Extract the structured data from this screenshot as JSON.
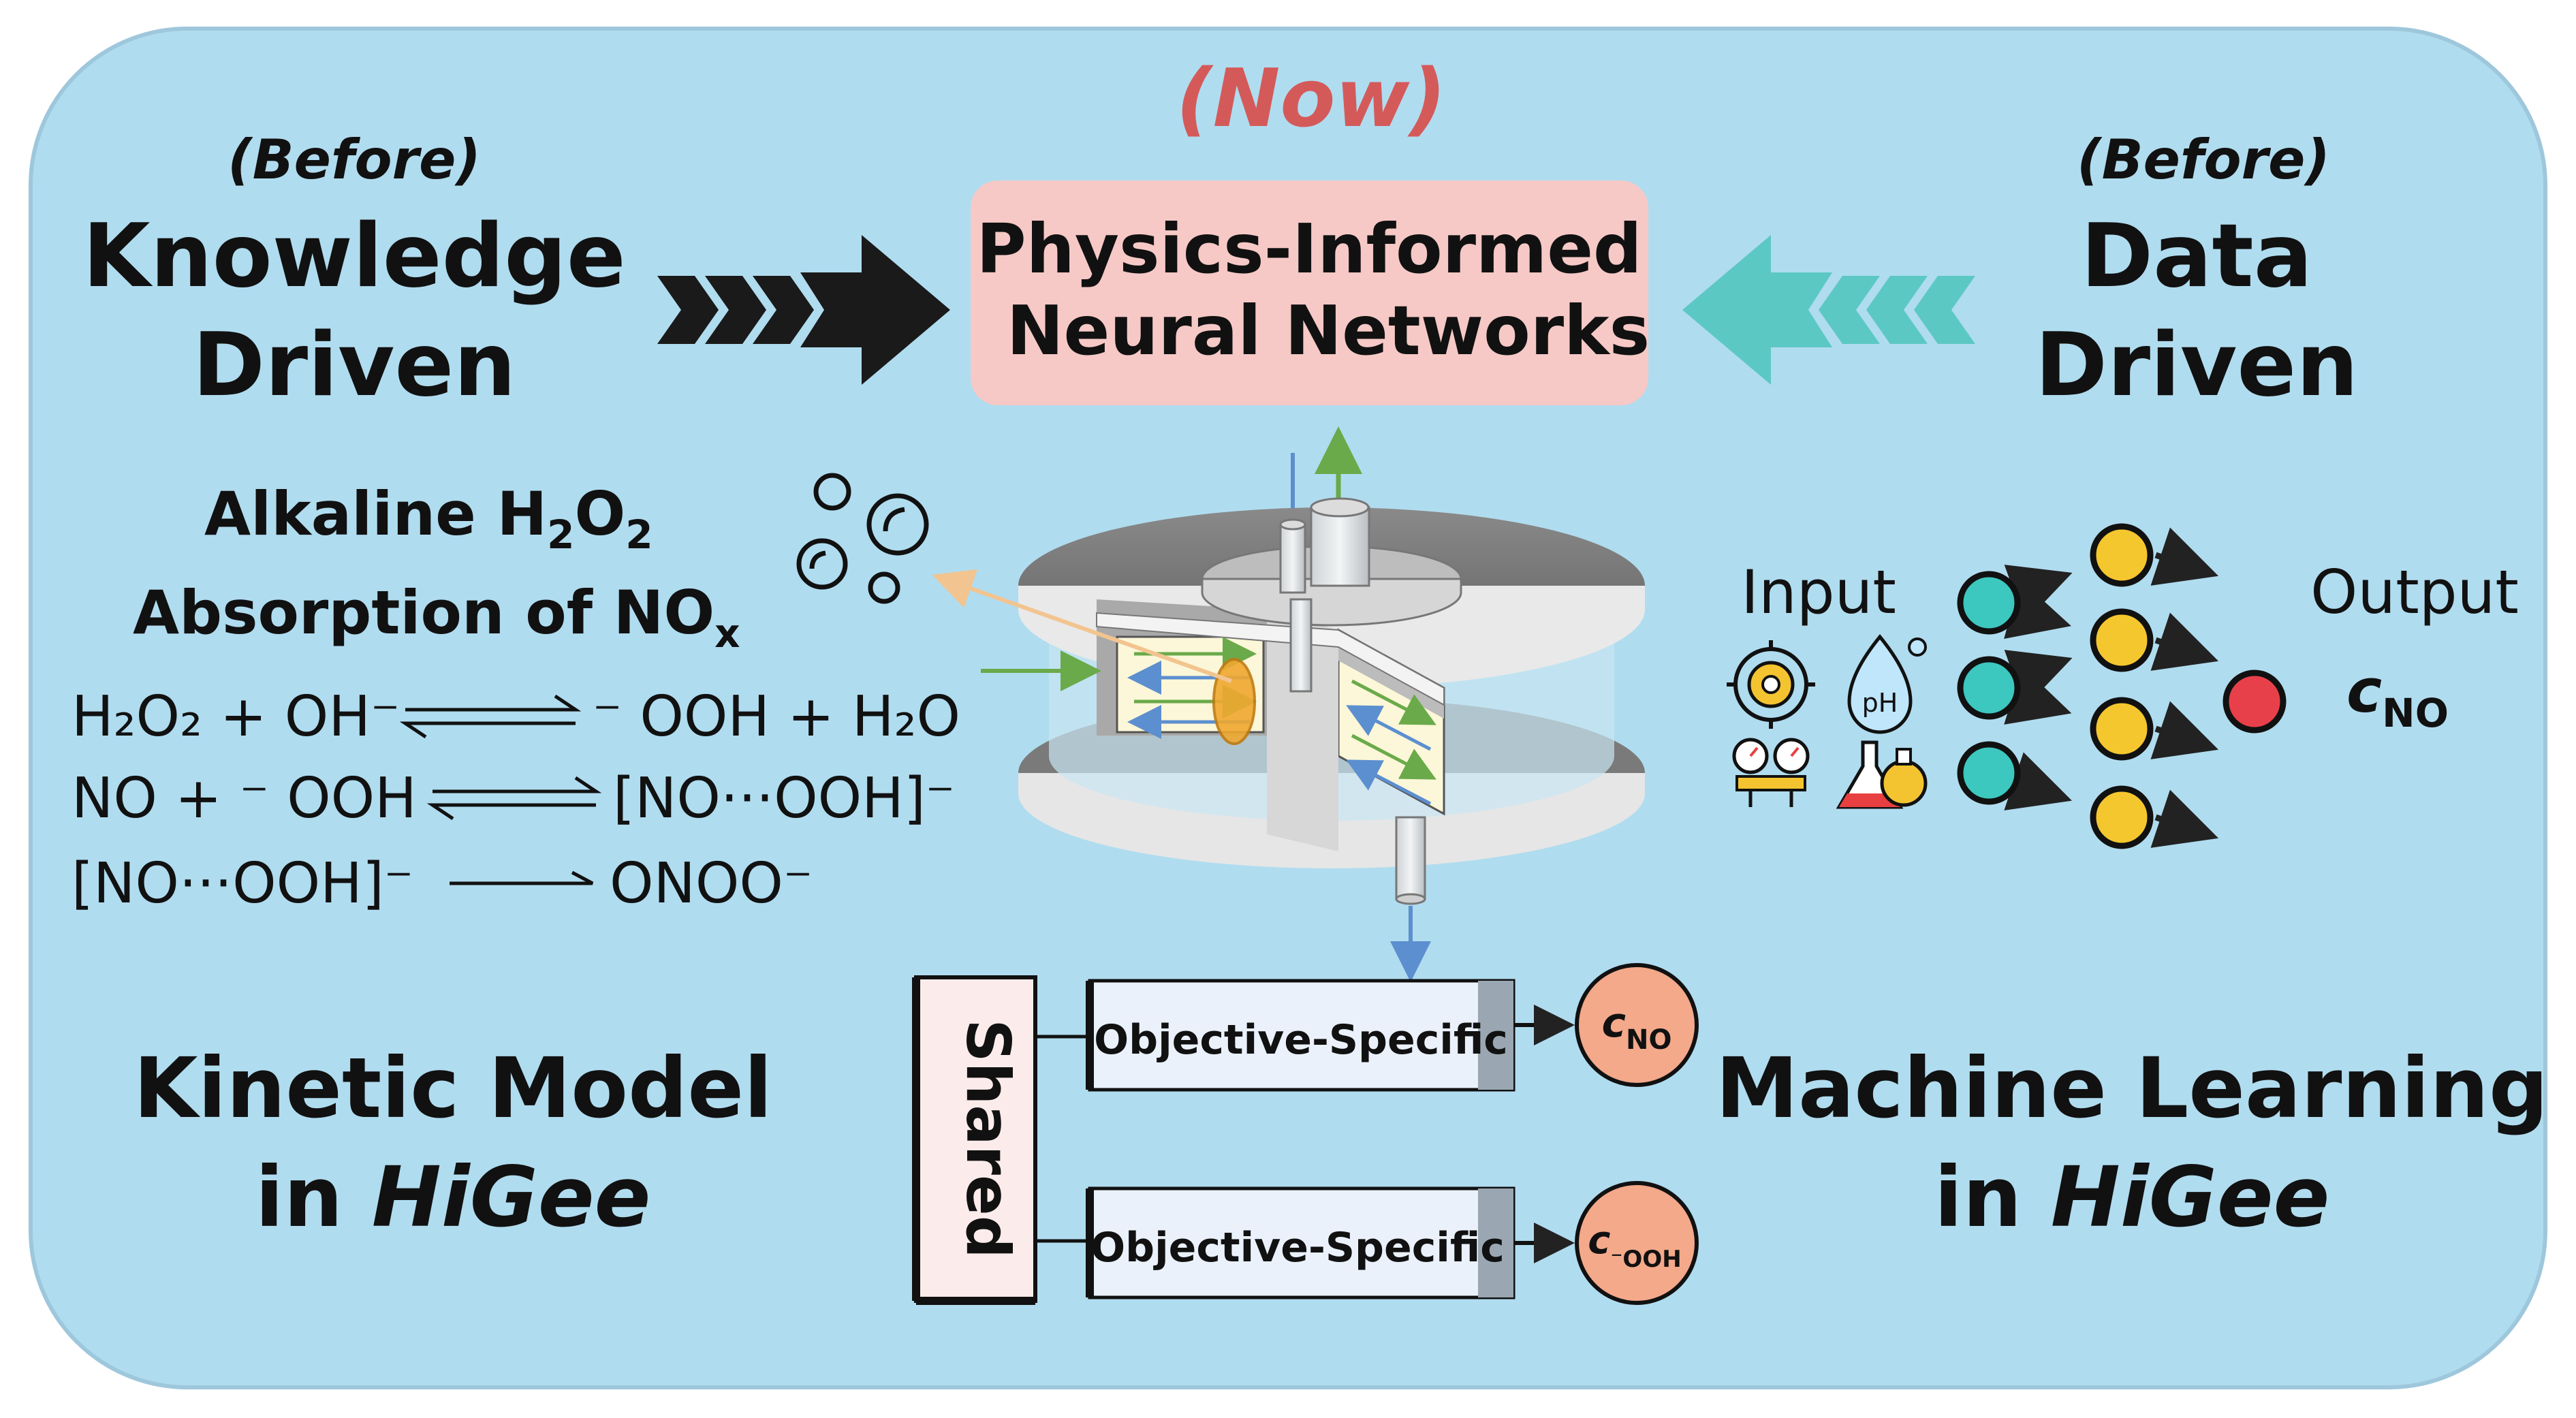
{
  "colors": {
    "panel_bg": "#b0dcef",
    "panel_border": "#9ec7dc",
    "now_red": "#d45a5a",
    "pinn_box": "#f6c9c6",
    "teal_arrow": "#5cc8c4",
    "node_teal": "#3cc7bf",
    "node_yellow": "#f5c72e",
    "node_red": "#e8404a",
    "output_circle": "#f3a98a",
    "objective_box": "#eaf1fb",
    "shared_box": "#fbeceb"
  },
  "header": {
    "now_label": "(Now)",
    "left_before": "(Before)",
    "right_before": "(Before)",
    "pinn_line1": "Physics-Informed",
    "pinn_line2": "Neural Networks"
  },
  "left": {
    "title_line1": "Knowledge",
    "title_line2": "Driven",
    "absorption_line1_pre": "Alkaline H",
    "absorption_line1_sub1": "2",
    "absorption_line1_mid": "O",
    "absorption_line1_sub2": "2",
    "absorption_line2_pre": "Absorption of NO",
    "absorption_line2_sub": "x",
    "reactions": [
      {
        "left": "H₂O₂ + OH⁻",
        "right": "⁻ OOH  + H₂O",
        "type": "equilibrium"
      },
      {
        "left": "NO + ⁻ OOH",
        "right": "[NO···OOH]⁻",
        "type": "equilibrium"
      },
      {
        "left": "[NO···OOH]⁻",
        "right": "ONOO⁻",
        "type": "forward"
      }
    ],
    "model_line1": "Kinetic Model",
    "model_line2_pre": "in ",
    "model_line2_italic": "HiGee"
  },
  "right": {
    "title_line1": "Data",
    "title_line2": "Driven",
    "input_label": "Input",
    "output_label": "Output",
    "output_var": "c",
    "output_sub": "NO",
    "ph_label": "pH",
    "model_line1": "Machine Learning",
    "model_line2_pre": "in ",
    "model_line2_italic": "HiGee"
  },
  "network": {
    "shared_label": "Shared",
    "objective_label": "Objective-Specific",
    "outputs": [
      {
        "var": "c",
        "sub": "NO"
      },
      {
        "var": "c",
        "sub": "⁻OOH"
      }
    ]
  }
}
